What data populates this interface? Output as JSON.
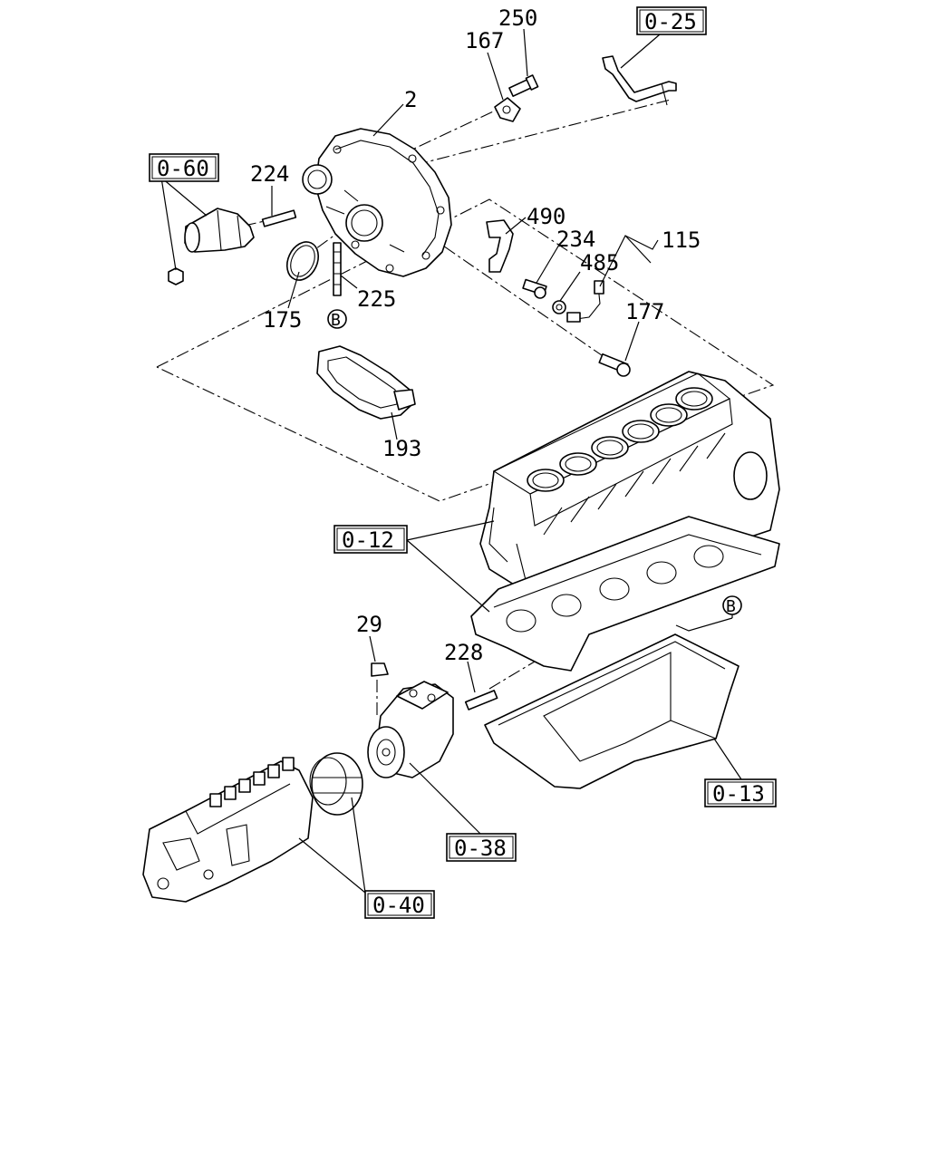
{
  "diagram": {
    "part_numbers": {
      "p250": "250",
      "p167": "167",
      "p2": "2",
      "p224": "224",
      "p490": "490",
      "p234": "234",
      "p115": "115",
      "p485": "485",
      "p177": "177",
      "p175": "175",
      "p225": "225",
      "p193": "193",
      "p29": "29",
      "p228": "228"
    },
    "group_refs": {
      "r025": "0-25",
      "r060": "0-60",
      "r012": "0-12",
      "r013": "0-13",
      "r038": "0-38",
      "r040": "0-40"
    },
    "markers": {
      "b_top": "B",
      "b_bottom": "B"
    }
  }
}
